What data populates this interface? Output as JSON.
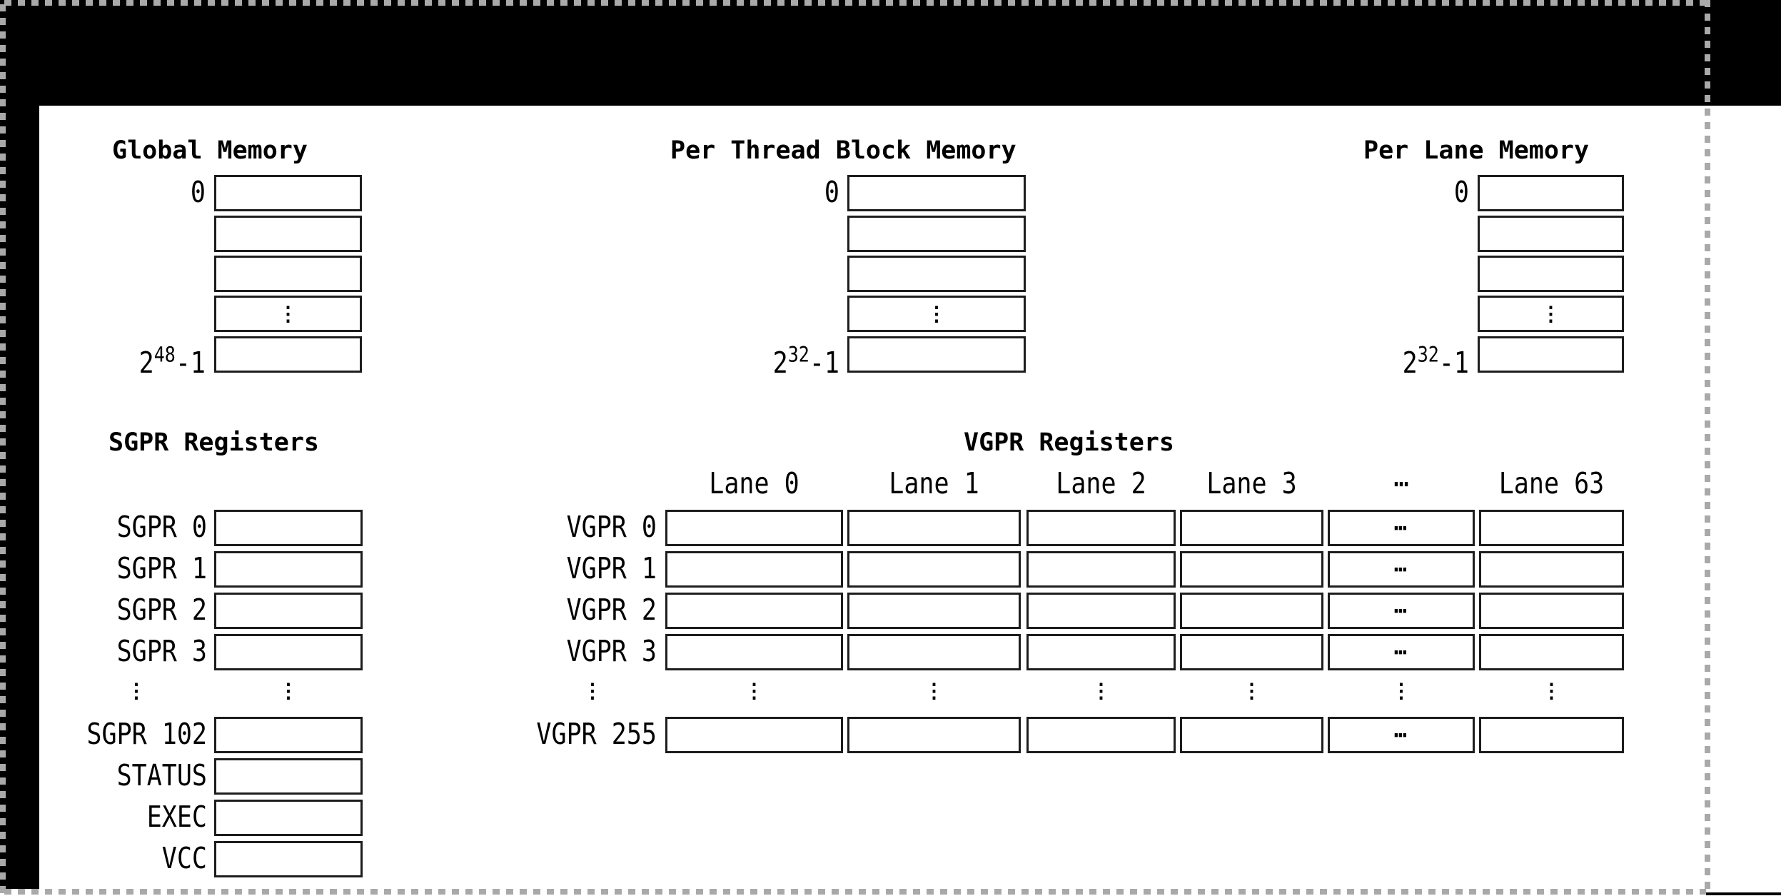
{
  "colors": {
    "titlebar": "#000000",
    "canvas": "#ffffff",
    "box_line": "#1d1d1d",
    "selection_dash": "#a9a9a9",
    "text": "#000000"
  },
  "glyphs": {
    "vdots": "⋮",
    "hdots": "⋯"
  },
  "memory_sections": [
    {
      "title": "Global Memory",
      "min": "0",
      "max_base": "2",
      "max_exp": "48",
      "max_suffix": "-1"
    },
    {
      "title": "Per Thread Block Memory",
      "min": "0",
      "max_base": "2",
      "max_exp": "32",
      "max_suffix": "-1"
    },
    {
      "title": "Per Lane Memory",
      "min": "0",
      "max_base": "2",
      "max_exp": "32",
      "max_suffix": "-1"
    }
  ],
  "sgpr": {
    "title": "SGPR Registers",
    "row_labels": [
      "SGPR 0",
      "SGPR 1",
      "SGPR 2",
      "SGPR 3",
      "SGPR 102",
      "STATUS",
      "EXEC",
      "VCC"
    ]
  },
  "vgpr": {
    "title": "VGPR Registers",
    "lane_headers": [
      "Lane 0",
      "Lane 1",
      "Lane 2",
      "Lane 3",
      "⋯",
      "Lane 63"
    ],
    "row_labels": [
      "VGPR 0",
      "VGPR 1",
      "VGPR 2",
      "VGPR 3",
      "VGPR 255"
    ]
  }
}
